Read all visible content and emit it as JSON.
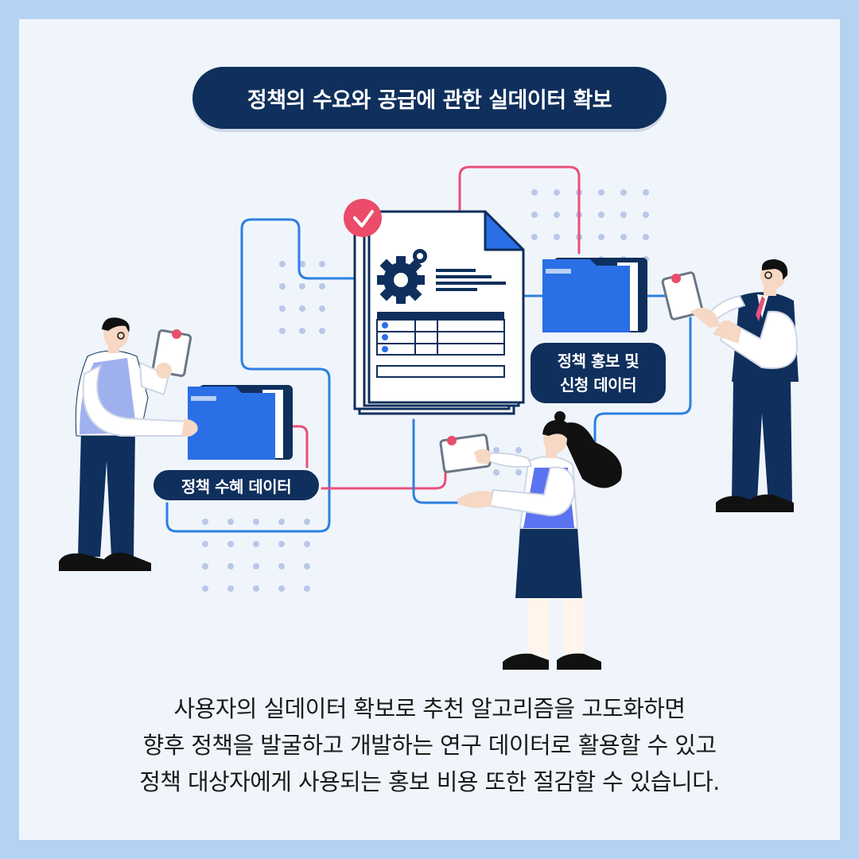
{
  "title": "정책의 수요와 공급에 관한 실데이터 확보",
  "labels": {
    "left_folder": "정책 수혜 데이터",
    "right_folder_line1": "정책 홍보 및",
    "right_folder_line2": "신청 데이터"
  },
  "caption": {
    "line1": "사용자의 실데이터 확보로 추천 알고리즘을 고도화하면",
    "line2": "향후 정책을 발굴하고 개발하는 연구 데이터로 활용할 수 있고",
    "line3": "정책 대상자에게 사용되는 홍보 비용 또한 절감할 수 있습니다."
  },
  "colors": {
    "background": "#b5d2f3",
    "card": "#f0f5fc",
    "navy": "#0f2f5c",
    "folder_blue": "#2a6fe6",
    "line_blue": "#2d7fe0",
    "line_pink": "#e8507a",
    "check_red": "#ea4c6a"
  }
}
